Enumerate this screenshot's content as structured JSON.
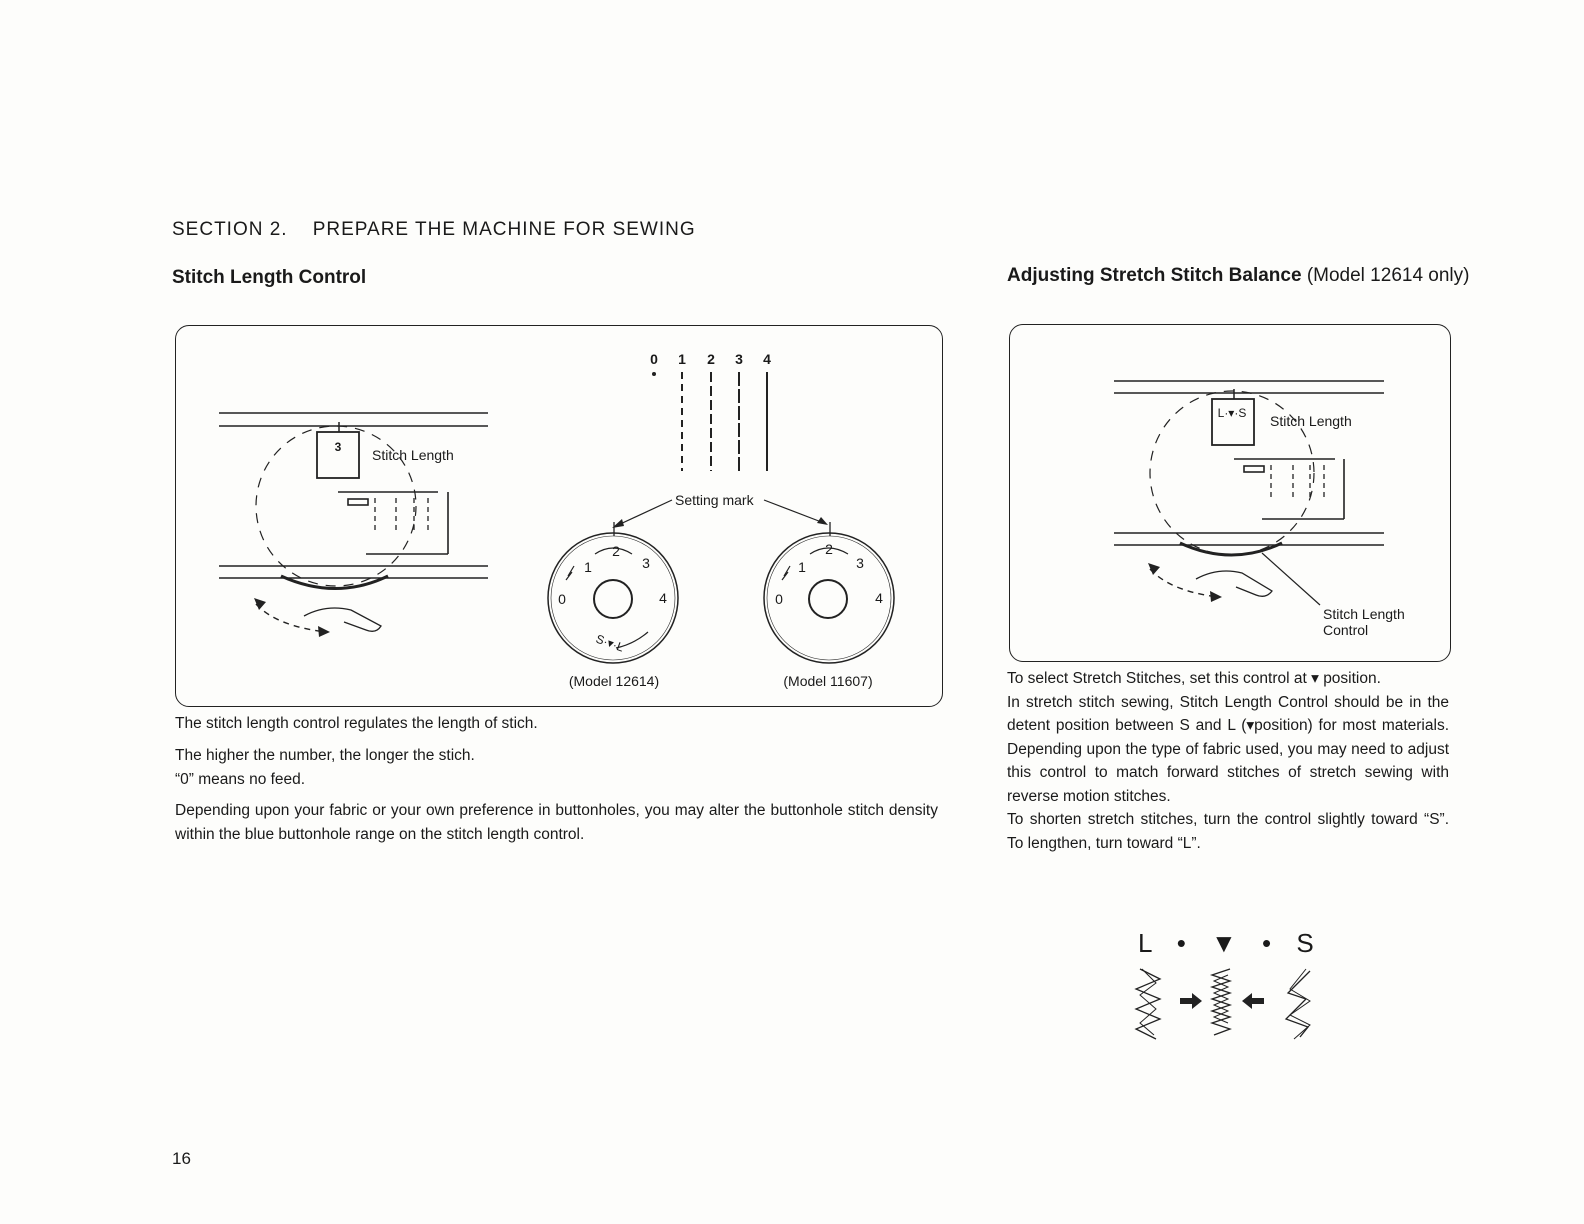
{
  "page": {
    "section_title": "SECTION 2.    PREPARE THE MACHINE FOR SEWING",
    "page_number": "16"
  },
  "left": {
    "heading": "Stitch Length Control",
    "figure": {
      "stitch_length_label": "Stitch Length",
      "setting_mark_label": "Setting mark",
      "scale_numbers": [
        "0",
        "1",
        "2",
        "3",
        "4"
      ],
      "indicator_value": "3",
      "dial_numbers": [
        "0",
        "1",
        "2",
        "3",
        "4"
      ],
      "dial_stretch_letters": "S·▾·L",
      "model_a_caption": "(Model 12614)",
      "model_b_caption": "(Model 11607)"
    },
    "paragraphs": [
      "The stitch length control regulates the length of stich.",
      "The higher the number, the longer the stich.",
      "“0” means no feed.",
      "Depending upon your fabric or your own preference in buttonholes, you may alter the buttonhole stitch density within the blue buttonhole range on the stitch length control."
    ]
  },
  "right": {
    "heading_bold": "Adjusting Stretch Stitch Balance",
    "heading_normal": " (Model 12614 only)",
    "figure": {
      "stitch_length_label": "Stitch Length",
      "control_label_line1": "Stitch Length",
      "control_label_line2": "Control",
      "indicator_letters": "L·▾·S"
    },
    "paragraphs": [
      "To select Stretch Stitches, set this control at ▾ position.",
      "In stretch stitch sewing, Stitch Length Control should be in the detent position between S and L (▾position) for most materials. Depending upon the type of fabric used, you may need to adjust this control to match forward stitches of stretch sewing with reverse motion stitches.",
      "To shorten stretch stitches, turn the control slightly toward “S”. To lengthen, turn toward “L”."
    ],
    "balance_letters": "L • ▼ • S"
  }
}
